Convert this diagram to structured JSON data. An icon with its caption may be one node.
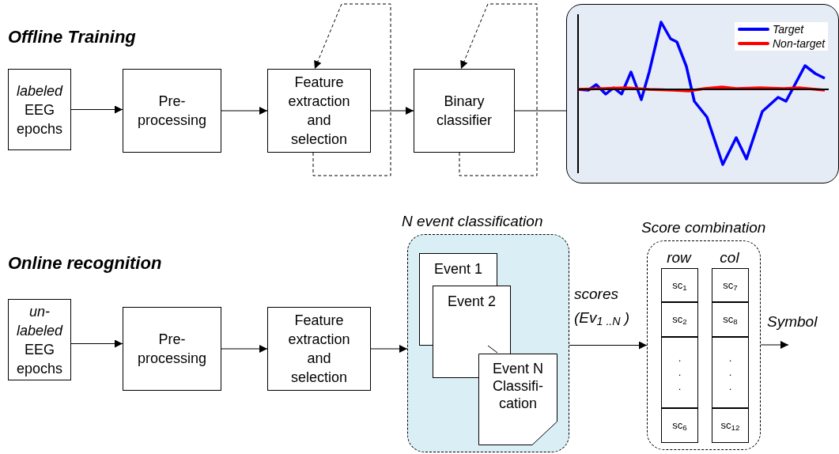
{
  "diagram": {
    "nodes": [
      {
        "text": [
          "*labeled* EEG epochs"
        ]
      },
      {
        "text": [
          "Pre- processing"
        ]
      },
      {
        "text": [
          "Feature extraction and selection"
        ]
      },
      {
        "text": [
          "Binary classifier"
        ]
      },
      {
        "text": [],
        "shape": "picture"
      },
      {
        "text": [
          "*un- labeled* EEG epochs"
        ]
      },
      {
        "text": [
          "Pre- processing"
        ]
      },
      {
        "text": [
          "Feature extraction and selection"
        ]
      },
      {
        "text": [
          "N event classification"
        ]
      },
      {
        "text": [
          "Event 1"
        ],
        "in": 8
      },
      {
        "text": [
          "Event 2"
        ],
        "in": 8
      },
      {
        "text": [
          "Event N Classifi- cation"
        ],
        "in": 8
      },
      {
        "text": [
          "Score combination"
        ]
      },
      {
        "text": [
          "sc$_{1}$"
        ],
        "in": 12
      },
      {
        "text": [
          "sc$_{2}$"
        ],
        "in": 12
      },
      {
        "text": [
          ". . ."
        ],
        "in": 12
      },
      {
        "text": [
          "sc$_{6}$"
        ],
        "in": 12
      },
      {
        "text": [
          "sc$_{7}$"
        ],
        "in": 12
      },
      {
        "text": [
          "sc$_{8}$"
        ],
        "in": 12
      },
      {
        "text": [
          ". . ."
        ],
        "in": 12
      },
      {
        "text": [
          "sc$_{12}$"
        ],
        "in": 12
      }
    ],
    "edges": [
      {
        "from": 0,
        "to": 1,
        "arrow": "to"
      },
      {
        "from": 1,
        "to": 2,
        "arrow": "to"
      },
      {
        "from": 2,
        "to": 3,
        "arrow": "to"
      },
      {
        "from": 2,
        "to": 2,
        "arrow": "to",
        "style": "dashed"
      },
      {
        "from": 3,
        "to": 3,
        "arrow": "to",
        "style": "dashed"
      },
      {
        "from": 3,
        "to": 4,
        "arrow": "none"
      },
      {
        "from": 5,
        "to": 6,
        "arrow": "to"
      },
      {
        "from": 6,
        "to": 7,
        "arrow": "to"
      },
      {
        "from": 7,
        "to": 8,
        "arrow": "to"
      },
      {
        "from": 10,
        "to": 11,
        "arrow": "none"
      },
      {
        "from": 8,
        "to": 12,
        "arrow": "to",
        "label": "scores (Ev$_{1 ..N}$ )"
      },
      {
        "from": 12,
        "to": null,
        "arrow": "to",
        "label": "Symbol"
      }
    ],
    "labels": [
      "Offline Training",
      "Online recognition",
      "row",
      "col"
    ],
    "legend": [
      {
        "text": "Target",
        "color": "#0000ff"
      },
      {
        "text": "Non-target",
        "color": "#ff0000"
      }
    ]
  }
}
